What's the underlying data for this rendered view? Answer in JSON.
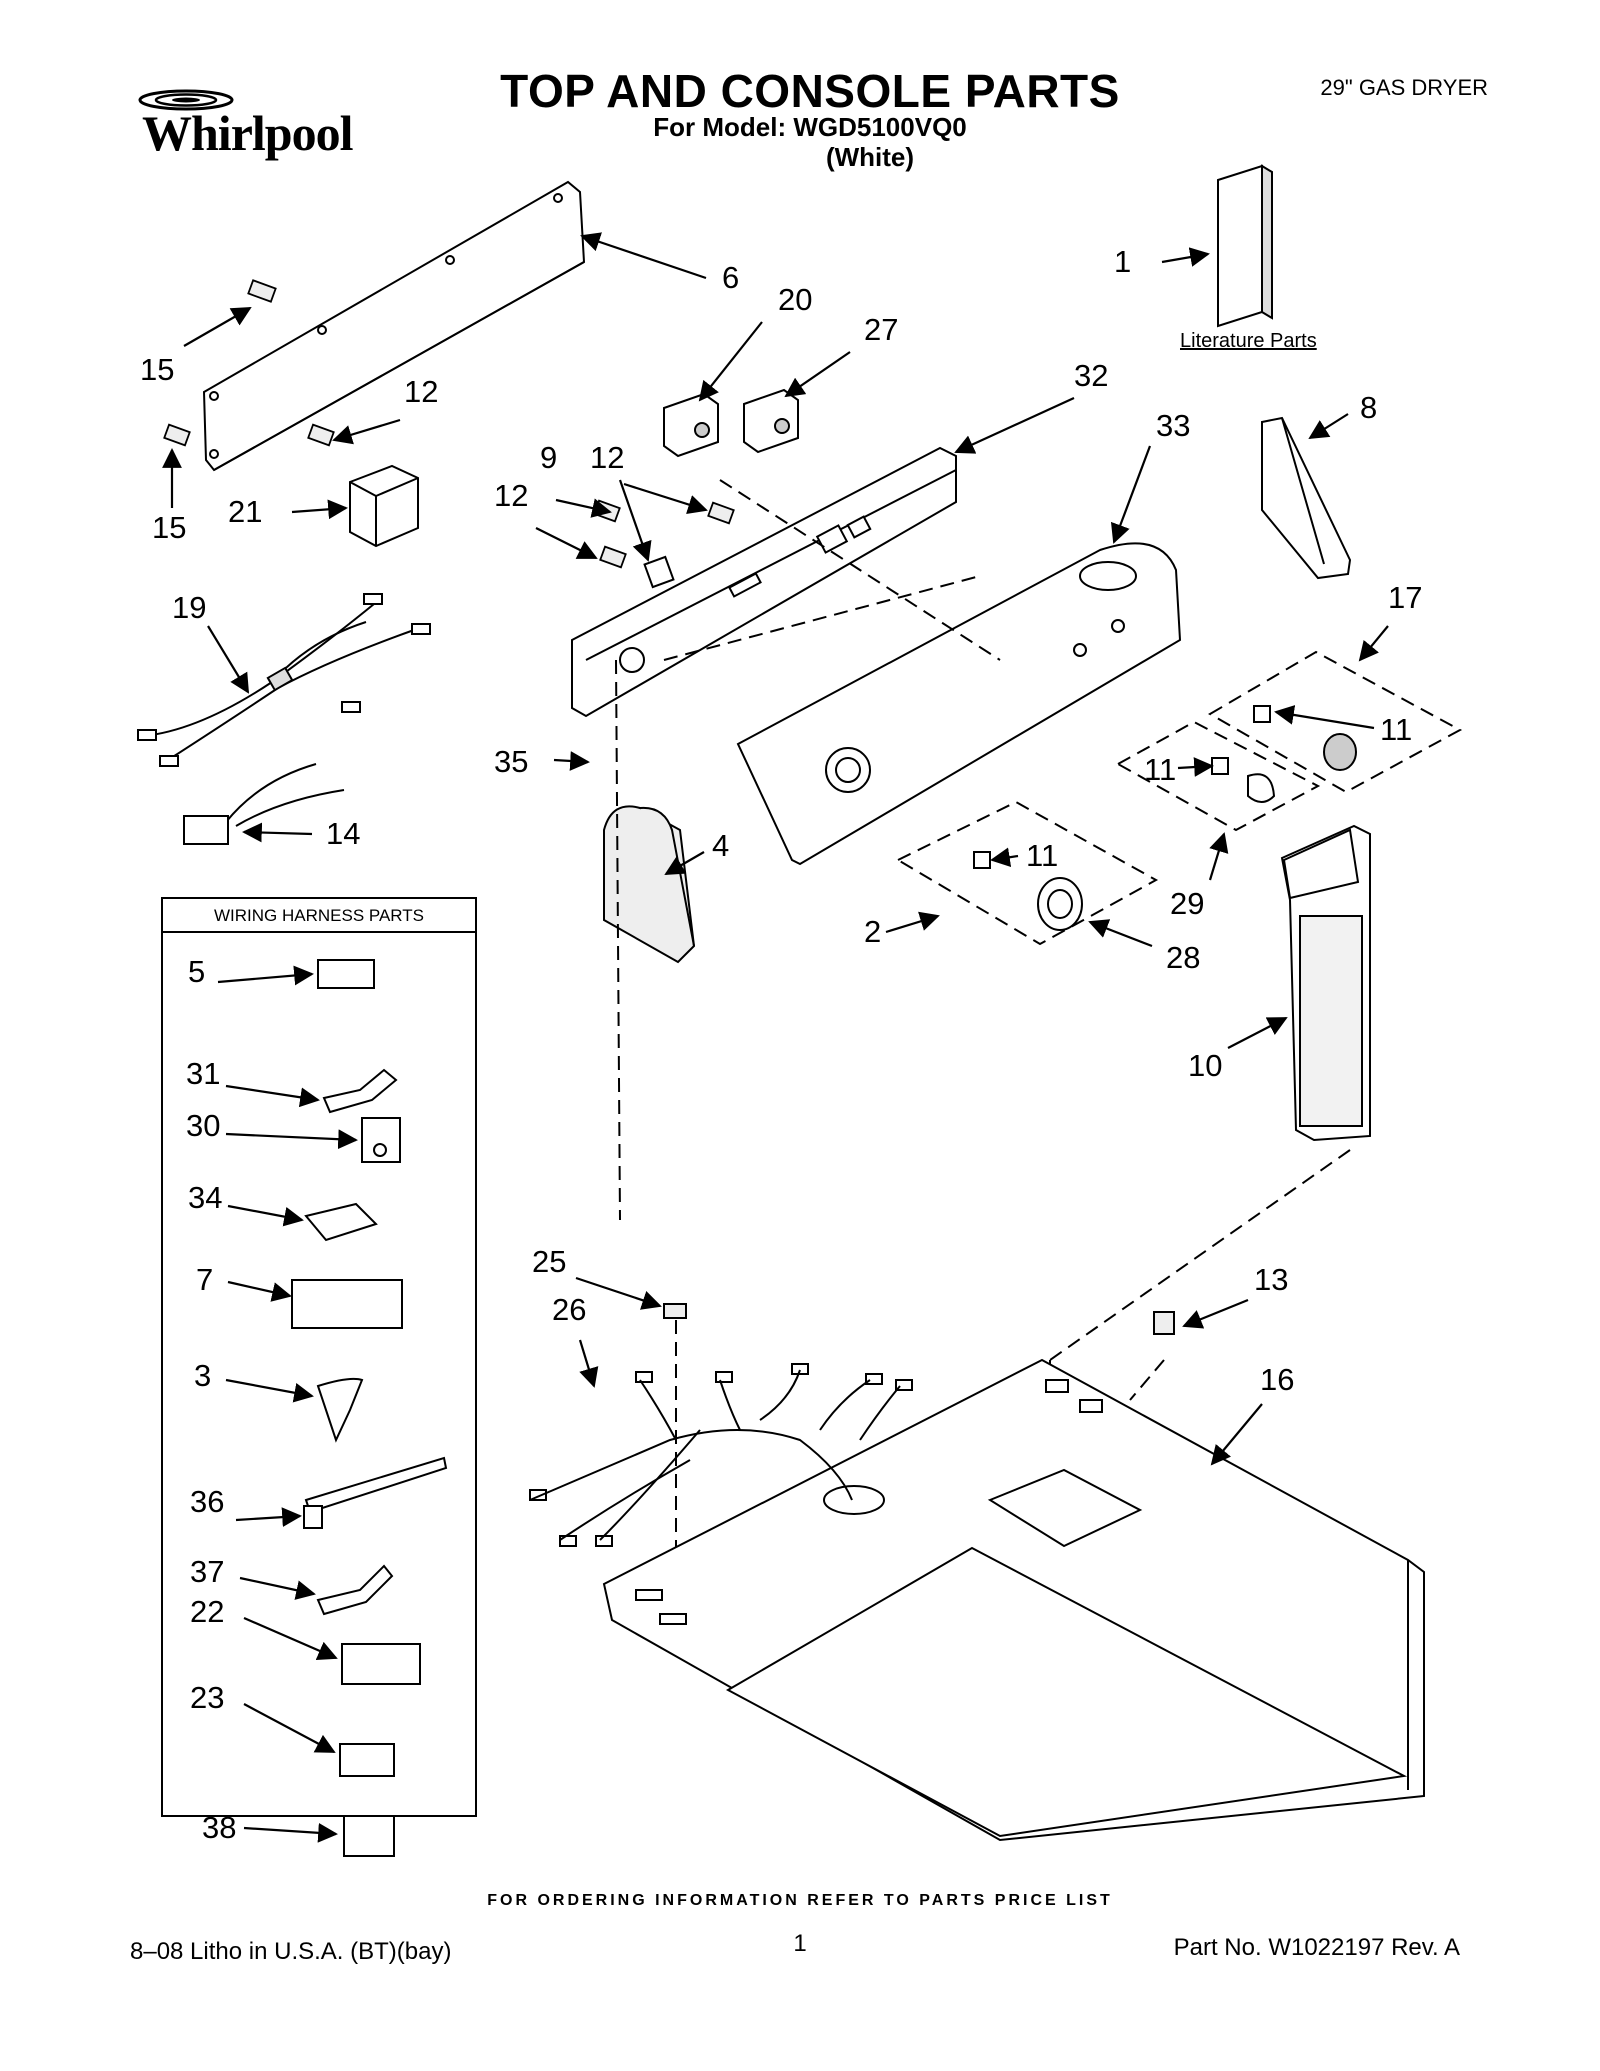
{
  "brand": "Whirlpool",
  "title": "TOP AND CONSOLE PARTS",
  "model_line": "For Model: WGD5100VQ0",
  "color_line": "(White)",
  "product_type": "29\" GAS DRYER",
  "literature_label": "Literature Parts",
  "harness_box_title": "WIRING HARNESS PARTS",
  "callouts": {
    "c1": "1",
    "c6": "6",
    "c15a": "15",
    "c15b": "15",
    "c12a": "12",
    "c12b": "12",
    "c12c": "12",
    "c20": "20",
    "c27": "27",
    "c32": "32",
    "c33": "33",
    "c8": "8",
    "c21": "21",
    "c9": "9",
    "c19": "19",
    "c17": "17",
    "c11a": "11",
    "c11b": "11",
    "c11c": "11",
    "c35": "35",
    "c4": "4",
    "c14": "14",
    "c2": "2",
    "c28": "28",
    "c29": "29",
    "c10": "10",
    "c25": "25",
    "c26": "26",
    "c13": "13",
    "c16": "16",
    "h5": "5",
    "h31": "31",
    "h30": "30",
    "h34": "34",
    "h7": "7",
    "h3": "3",
    "h36": "36",
    "h37": "37",
    "h22": "22",
    "h23": "23",
    "h38": "38"
  },
  "footer_center": "FOR ORDERING INFORMATION REFER TO PARTS PRICE LIST",
  "footer_left": "8–08 Litho in U.S.A. (BT)(bay)",
  "footer_page": "1",
  "footer_right": "Part No. W1022197 Rev. A"
}
